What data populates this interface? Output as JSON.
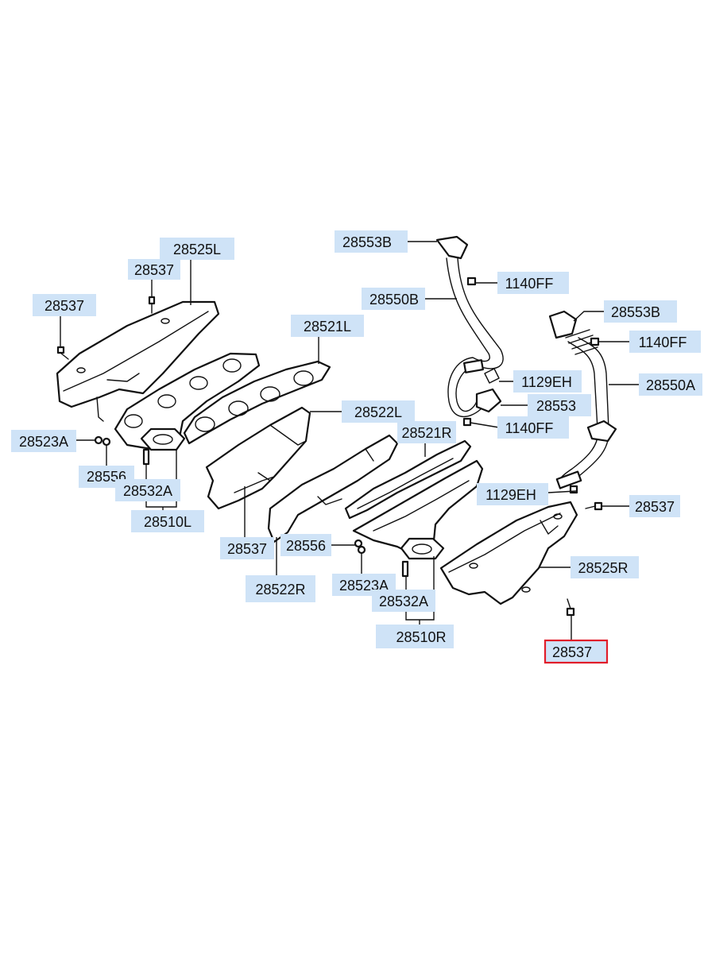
{
  "labels": {
    "l_28537_tl": "28537",
    "l_28537_top": "28537",
    "l_28525L": "28525L",
    "l_28521L": "28521L",
    "l_28522L": "28522L",
    "l_28523A_l": "28523A",
    "l_28556_l": "28556",
    "l_28532A_l": "28532A",
    "l_28510L": "28510L",
    "l_28537_mid": "28537",
    "l_28522R": "28522R",
    "l_28521R": "28521R",
    "l_28556_r": "28556",
    "l_28523A_r": "28523A",
    "l_28532A_r": "28532A",
    "l_28510R": "28510R",
    "l_28553B_l": "28553B",
    "l_1140FF_1": "1140FF",
    "l_28550B": "28550B",
    "l_1129EH_1": "1129EH",
    "l_28553": "28553",
    "l_1140FF_3": "1140FF",
    "l_28553B_r": "28553B",
    "l_1140FF_2": "1140FF",
    "l_28550A": "28550A",
    "l_1129EH_2": "1129EH",
    "l_28537_r": "28537",
    "l_28525R": "28525R",
    "l_28537_sel": "28537"
  },
  "highlight": {
    "label": "l_28537_sel",
    "color": "#e11d2a"
  }
}
